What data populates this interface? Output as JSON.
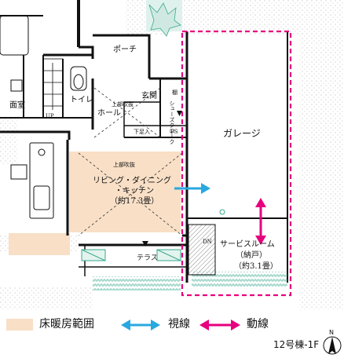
{
  "rooms": {
    "porch": "ポーチ",
    "toilet": "トイレ",
    "entrance": "玄関",
    "hall": "ホール",
    "upper_void_entrance": "上部吹抜",
    "shoe_closet_label": "棚",
    "shoe_closet": "シューズクローク",
    "shoe_rack": "下足入",
    "ps": "PS",
    "garage": "ガレージ",
    "upper_void_living": "上部吹抜",
    "living_line1": "リビング・ダイニング",
    "living_line2": "・キッチン",
    "living_line3": "（約17.3畳）",
    "terrace": "テラス",
    "service_line1": "サービスルーム",
    "service_line2": "（納戸）",
    "service_line3": "（約3.1畳）",
    "washroom": "面室",
    "up": "UP",
    "dn": "DN"
  },
  "legend": {
    "floor_heating": "床暖房範囲",
    "sight_line": "視線",
    "traffic_line": "動線"
  },
  "building_label": "12号棟-1F",
  "north_label": "N",
  "colors": {
    "floor_heating": "#f8dfc6",
    "sight_line": "#29a8e0",
    "traffic_line": "#e6007e",
    "wall": "#111111"
  }
}
